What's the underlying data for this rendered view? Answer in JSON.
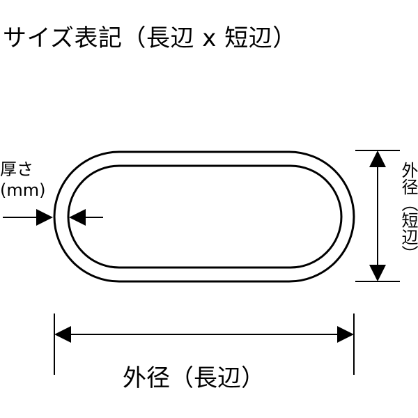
{
  "title": "サイズ表記（長辺 x 短辺）",
  "labels": {
    "thickness_line1": "厚さ",
    "thickness_line2": "(mm)",
    "short_side": "外径（短辺）",
    "long_side": "外径（長辺）"
  },
  "colors": {
    "stroke": "#000000",
    "background": "#ffffff"
  }
}
